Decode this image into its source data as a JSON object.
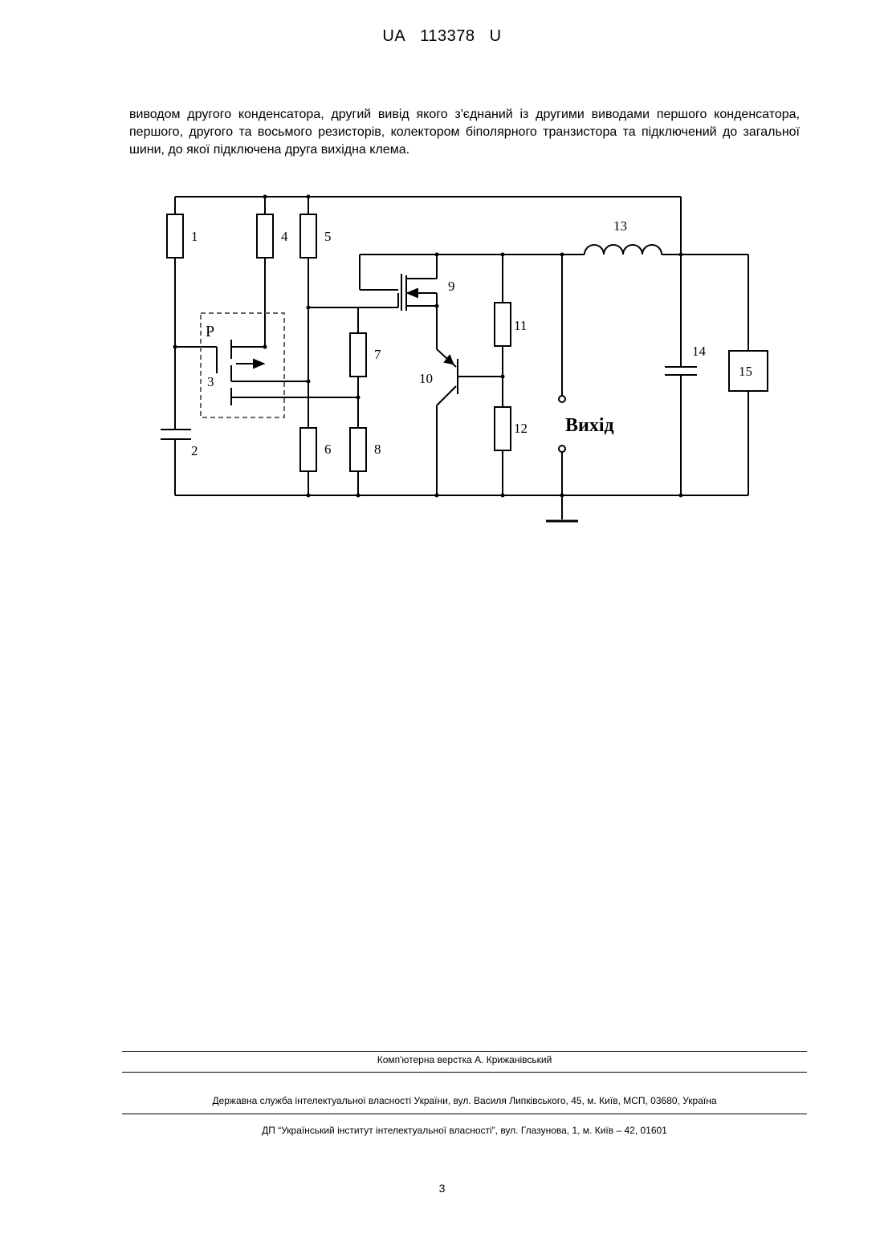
{
  "header": {
    "country": "UA",
    "number": "113378",
    "kind": "U"
  },
  "body_text": "виводом другого конденсатора, другий вивід якого з'єднаний із другими виводами першого конденсатора, першого, другого та восьмого резисторів, колектором біполярного транзистора та підключений до загальної шини, до якої підключена друга вихідна клема.",
  "figure": {
    "labels": {
      "r1": "1",
      "c2": "2",
      "transistor3": "3",
      "r4": "4",
      "r5": "5",
      "r6": "6",
      "r7": "7",
      "r8": "8",
      "transistor9": "9",
      "transistor10": "10",
      "r11": "11",
      "r12": "12",
      "l13": "13",
      "c14": "14",
      "block15": "15",
      "block_p": "P",
      "output": "Вихід"
    }
  },
  "footer": {
    "layout_credit": "Комп'ютерна верстка А. Крижанівський",
    "agency": "Державна служба інтелектуальної власності України, вул. Василя Липківського, 45, м. Київ, МСП, 03680, Україна",
    "institute": "ДП “Український інститут інтелектуальної власності”, вул. Глазунова, 1, м. Київ – 42, 01601"
  },
  "page_number": "3"
}
